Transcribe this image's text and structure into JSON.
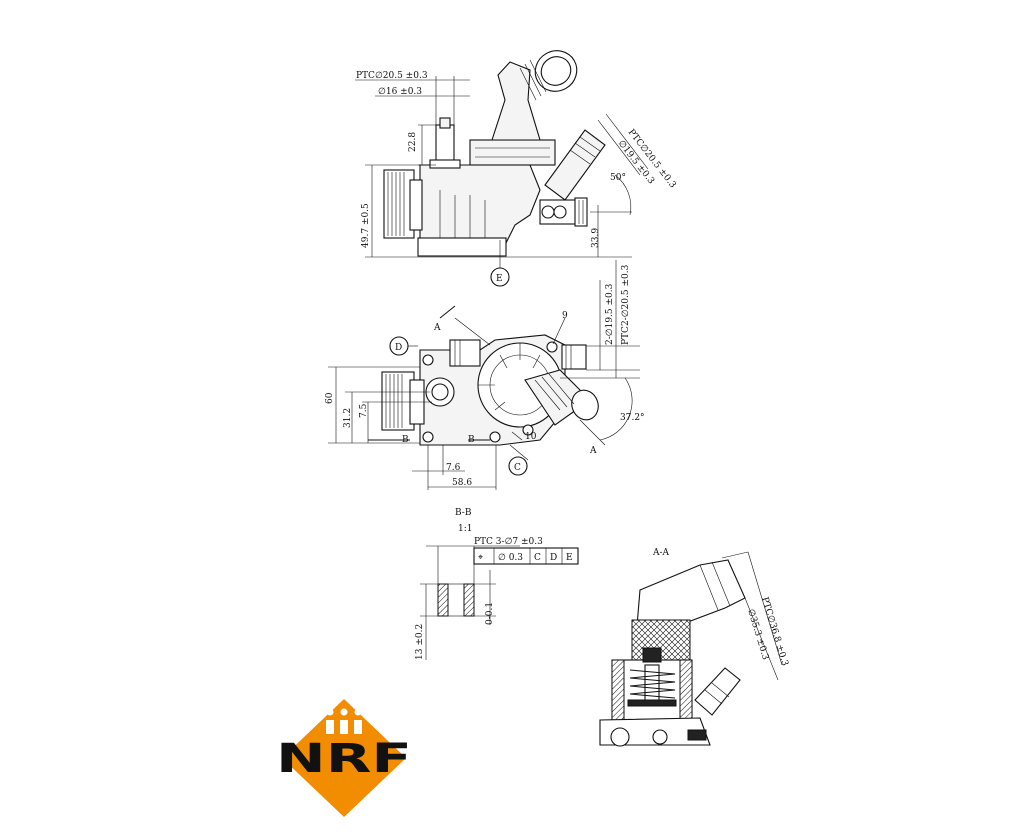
{
  "top_view": {
    "dim_ptc_outlet": "PTC∅20.5 ±0.3",
    "dim_outlet": "∅16 ±0.3",
    "dim_height_neck": "22.8",
    "dim_height_main": "49.7 ±0.5",
    "dim_ptc_side": "PTC∅20.5 ±0.3",
    "dim_side": "∅19.5 ±0.3",
    "angle_side": "50°",
    "dim_offset": "33.9",
    "datum_e": "E"
  },
  "front_view": {
    "datum_d": "D",
    "section_a_top": "A",
    "section_a_bottom": "A",
    "item_9": "9",
    "item_10": "10",
    "dim_two_side": "2-∅19.5 ±0.3",
    "dim_two_ptc": "PTC2-∅20.5 ±0.3",
    "angle": "37.2°",
    "dim_60": "60",
    "dim_31_2": "31.2",
    "dim_7_5": "7.5",
    "section_b_left": "B",
    "section_b_right": "B",
    "dim_7_6": "7.6",
    "dim_58_6": "58.6",
    "datum_c": "C"
  },
  "section_bb": {
    "title": "B-B",
    "scale": "1:1",
    "dim_holes": "PTC 3-∅7 ±0.3",
    "tol_symbol": "⌖",
    "tol_value": "∅ 0.3",
    "tol_ref_c": "C",
    "tol_ref_d": "D",
    "tol_ref_e": "E",
    "dim_height": "13 ±0.2",
    "dim_depth": "0-0.1"
  },
  "section_aa": {
    "title": "A-A",
    "dim_ptc": "PTC∅36.8 ±0.3",
    "dim_inner": "∅35.3 ±0.3"
  },
  "logo": {
    "text": "NRF",
    "accent_color": "#f28c00"
  }
}
